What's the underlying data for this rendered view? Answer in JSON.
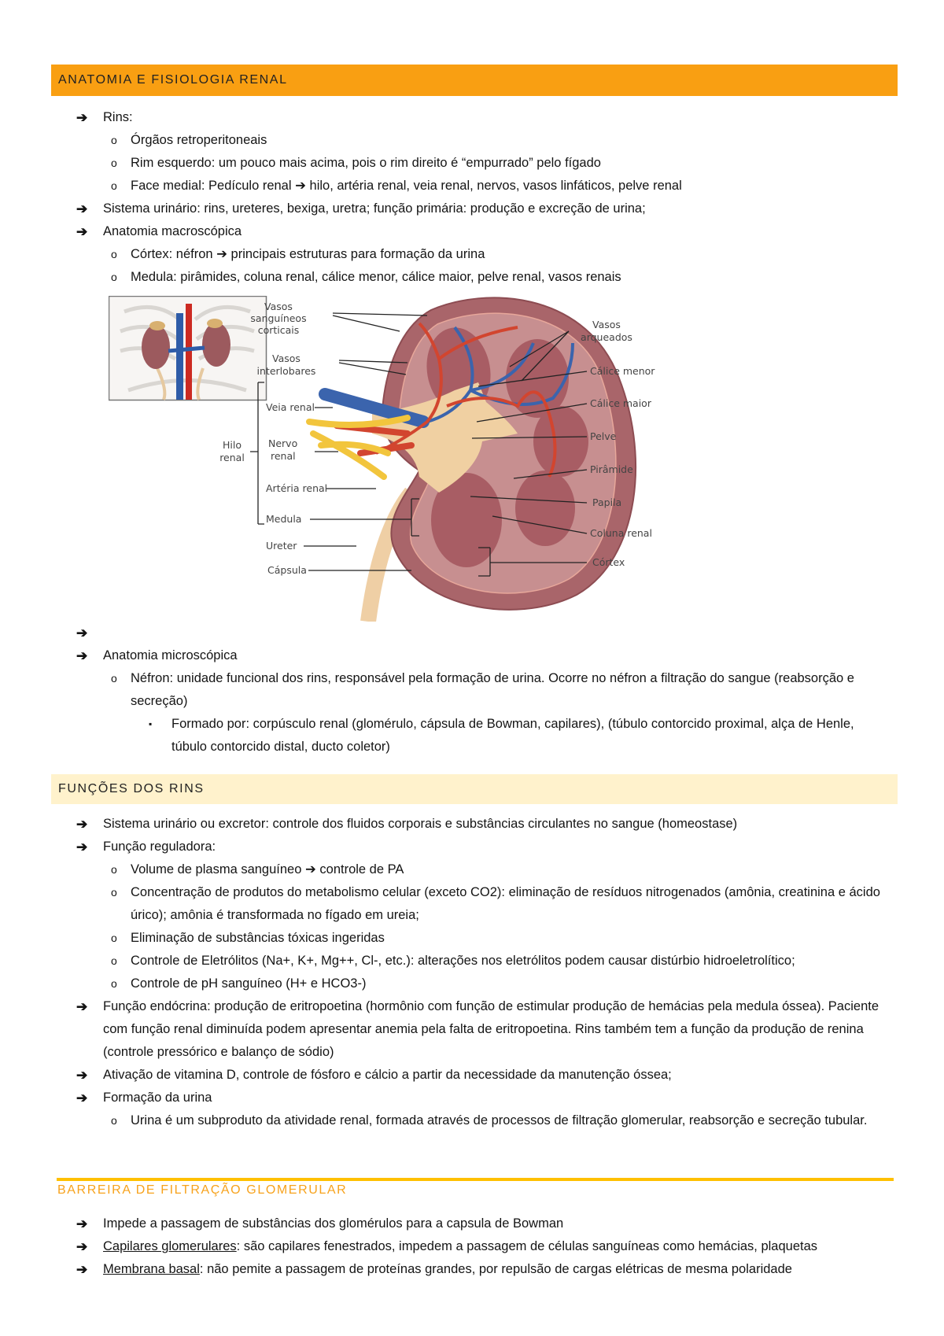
{
  "section1": {
    "title": "ANATOMIA E FISIOLOGIA RENAL",
    "items": [
      "Rins:",
      "Órgãos retroperitoneais",
      "Rim esquerdo: um pouco mais acima, pois o rim direito é “empurrado” pelo fígado",
      "Face medial: Pedículo renal ➔ hilo, artéria renal, veia renal, nervos, vasos linfáticos, pelve renal",
      "Sistema urinário: rins, ureteres, bexiga, uretra; função primária: produção e excreção de urina;",
      "Anatomia macroscópica",
      "Córtex: néfron ➔ principais estruturas para formação da urina",
      "Medula: pirâmides, coluna renal, cálice menor, cálice maior, pelve renal, vasos renais"
    ],
    "after_items": [
      "",
      "Anatomia microscópica",
      "Néfron: unidade funcional dos rins, responsável pela formação de urina. Ocorre no néfron a filtração do sangue (reabsorção e secreção)",
      "Formado por: corpúsculo renal (glomérulo, cápsula de Bowman, capilares), (túbulo contorcido proximal, alça de Henle, túbulo contorcido distal, ducto coletor)"
    ]
  },
  "diagram": {
    "labels": {
      "vasos_sanguineos_1": "Vasos",
      "vasos_sanguineos_2": "sanguíneos",
      "vasos_sanguineos_3": "corticais",
      "vasos_interlobares_1": "Vasos",
      "vasos_interlobares_2": "interlobares",
      "hilo_1": "Hilo",
      "hilo_2": "renal",
      "veia_renal": "Veia renal",
      "nervo_1": "Nervo",
      "nervo_2": "renal",
      "arteria_renal": "Artéria renal",
      "medula": "Medula",
      "ureter": "Ureter",
      "capsula": "Cápsula",
      "vasos_arqueados_1": "Vasos",
      "vasos_arqueados_2": "arqueados",
      "calice_menor": "Cálice menor",
      "calice_maior": "Cálice maior",
      "pelve": "Pelve",
      "piramide": "Pirâmide",
      "papila": "Papila",
      "coluna_renal": "Coluna renal",
      "cortex": "Córtex"
    }
  },
  "section2": {
    "title": "FUNÇÕES DOS RINS",
    "items": [
      "Sistema urinário ou excretor: controle dos fluidos corporais e substâncias circulantes no sangue (homeostase)",
      "Função reguladora:",
      "Volume de plasma sanguíneo ➔ controle de PA",
      "Concentração de produtos do metabolismo celular (exceto CO2): eliminação de resíduos nitrogenados (amônia, creatinina e ácido úrico); amônia é transformada no fígado em ureia;",
      "Eliminação de substâncias tóxicas ingeridas",
      "Controle de Eletrólitos (Na+, K+, Mg++, Cl-, etc.): alterações nos eletrólitos podem causar distúrbio hidroeletrolítico;",
      "Controle de pH sanguíneo (H+ e HCO3-)",
      "Função endócrina: produção de eritropoetina (hormônio com função de estimular produção de hemácias pela medula óssea). Paciente com função renal diminuída podem apresentar anemia pela falta de eritropoetina. Rins também tem a função da produção de renina (controle pressórico e balanço de sódio)",
      "Ativação de vitamina D, controle de fósforo e cálcio a partir da necessidade da manutenção óssea;",
      "Formação da urina",
      "Urina é um subproduto da atividade renal, formada através de processos de filtração glomerular, reabsorção e secreção tubular."
    ]
  },
  "section3": {
    "title": "BARREIRA DE FILTRAÇÃO GLOMERULAR",
    "item1": "Impede a passagem de substâncias dos glomérulos para a capsula de Bowman",
    "item2_term": "Capilares glomerulares",
    "item2_rest": ": são capilares fenestrados, impedem a passagem de células sanguíneas como hemácias, plaquetas",
    "item3_term": "Membrana basal",
    "item3_rest": ": não pemite a passagem de proteínas grandes, por repulsão de cargas elétricas de mesma polaridade"
  },
  "bullets": {
    "arrow": "➔",
    "circle": "o",
    "square": "▪"
  },
  "colors": {
    "header_orange": "#f99f12",
    "header_light": "#fff2cc",
    "rule_yellow": "#ffc000",
    "heading_orange": "#f7a21b"
  }
}
